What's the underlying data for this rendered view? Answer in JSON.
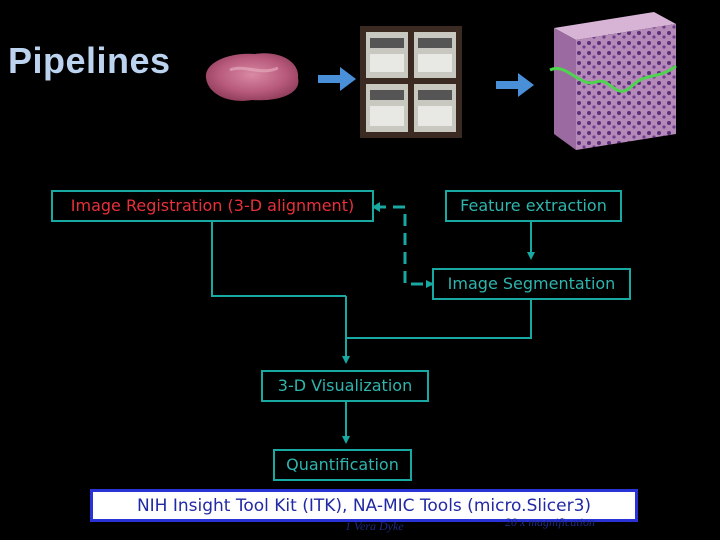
{
  "title": "Pipelines",
  "images": {
    "tissue": "tissue-sample-photo",
    "slides": "slide-blocks-photo",
    "histology": "histology-volume-render"
  },
  "nodes": {
    "registration": "Image Registration (3-D alignment)",
    "feature": "Feature extraction",
    "segmentation": "Image Segmentation",
    "visualization": "3-D Visualization",
    "quantification": "Quantification"
  },
  "banner": "NIH Insight Tool Kit (ITK), NA-MIC Tools (micro.Slicer3)",
  "colors": {
    "background": "#000000",
    "title": "#bcd3f0",
    "box_border": "#18a9a3",
    "red_text": "#e8303a",
    "teal_text": "#2fb4ae",
    "arrow_blue": "#4a90d9",
    "banner_border": "#2a33d6",
    "banner_text": "#222aa3"
  }
}
